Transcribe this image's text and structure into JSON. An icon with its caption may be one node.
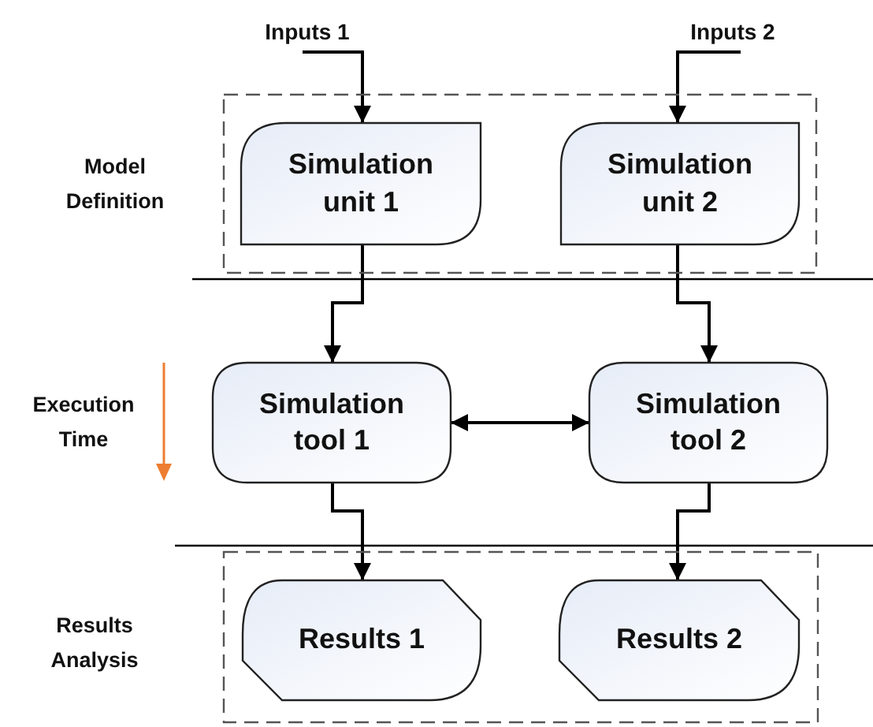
{
  "diagram": {
    "nodes": [
      {
        "text": [
          "Inputs 1"
        ]
      },
      {
        "text": [
          "Inputs 2"
        ]
      },
      {
        "text": [],
        "shape": "box"
      },
      {
        "text": [
          "Simulation unit 1"
        ],
        "in": 2
      },
      {
        "text": [
          "Simulation unit 2"
        ],
        "in": 2
      },
      {
        "text": [
          "Simulation tool 1"
        ]
      },
      {
        "text": [
          "Simulation tool 2"
        ]
      },
      {
        "text": [],
        "shape": "box"
      },
      {
        "text": [
          "Results 1"
        ],
        "in": 7
      },
      {
        "text": [
          "Results 2"
        ],
        "in": 7
      }
    ],
    "edges": [
      {
        "from": 0,
        "to": 3,
        "arrow": "to"
      },
      {
        "from": 1,
        "to": 4,
        "arrow": "to"
      },
      {
        "from": 3,
        "to": 5,
        "arrow": "to"
      },
      {
        "from": 4,
        "to": 6,
        "arrow": "to"
      },
      {
        "from": 5,
        "to": 6,
        "arrow": "both"
      },
      {
        "from": 5,
        "to": 8,
        "arrow": "to"
      },
      {
        "from": 6,
        "to": 9,
        "arrow": "to"
      }
    ],
    "labels": [
      "Model Definition",
      "Execution Time",
      "Results Analysis"
    ]
  }
}
